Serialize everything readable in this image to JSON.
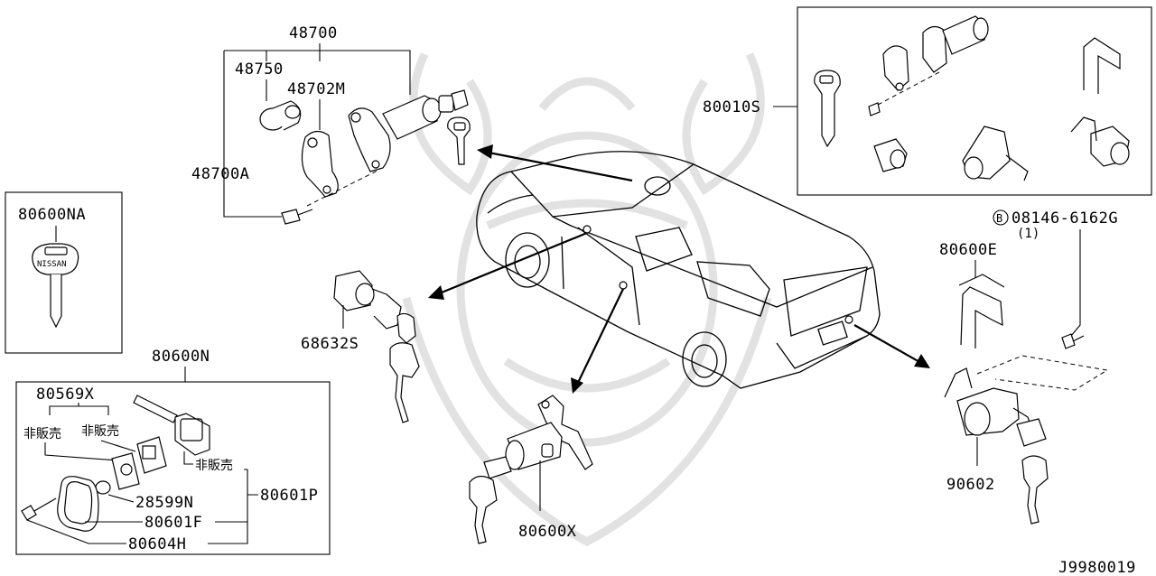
{
  "diagram_id": "J9980019",
  "labels": {
    "p48700": "48700",
    "p48750": "48750",
    "p48702M": "48702M",
    "p48700A": "48700A",
    "p80600NA": "80600NA",
    "p80010S": "80010S",
    "p68632S": "68632S",
    "p80600N": "80600N",
    "p80569X": "80569X",
    "hihanbai_1": "非販売",
    "hihanbai_2": "非販売",
    "hihanbai_3": "非販売",
    "p28599N": "28599N",
    "p80601F": "80601F",
    "p80601P": "80601P",
    "p80604H": "80604H",
    "p80600X": "80600X",
    "bolt_circle": "B",
    "bolt_part": "08146-6162G",
    "bolt_qty": "(1)",
    "p80600E": "80600E",
    "p90602": "90602",
    "key_brand": "NISSAN"
  },
  "colors": {
    "ink": "#000000",
    "paper": "#ffffff",
    "watermark": "#e2e2e2"
  }
}
